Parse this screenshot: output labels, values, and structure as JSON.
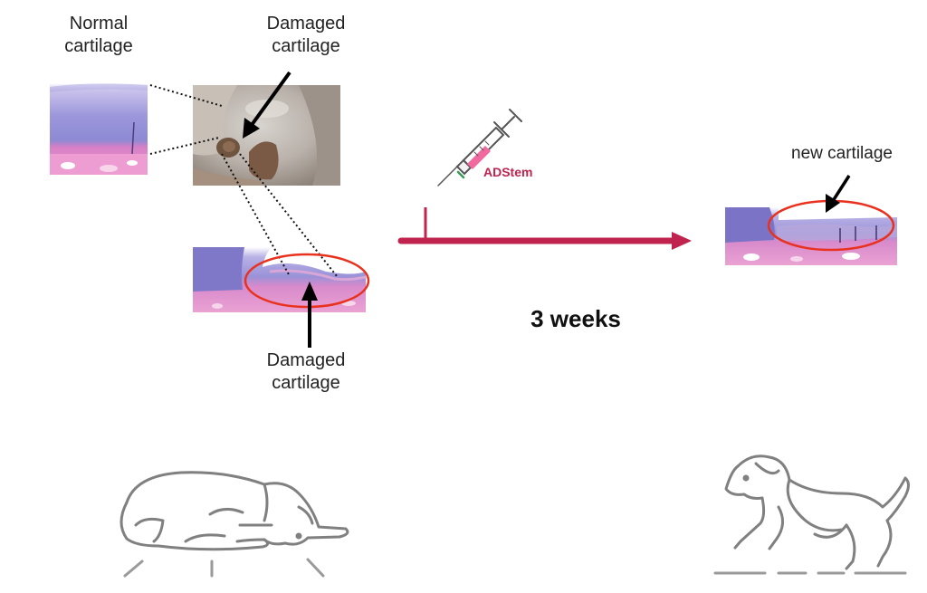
{
  "labels": {
    "normal_line1": "Normal",
    "normal_line2": "cartilage",
    "damaged_top_line1": "Damaged",
    "damaged_top_line2": "cartilage",
    "damaged_bottom_line1": "Damaged",
    "damaged_bottom_line2": "cartilage",
    "new_cartilage": "new cartilage",
    "duration": "3 weeks",
    "product": "ADStem"
  },
  "colors": {
    "timeline": "#c0234e",
    "highlight_ellipse": "#e8321f",
    "cartilage_purple": "#8f8ed6",
    "bone_pink": "#e58ac8",
    "dog_outline": "#808080"
  }
}
